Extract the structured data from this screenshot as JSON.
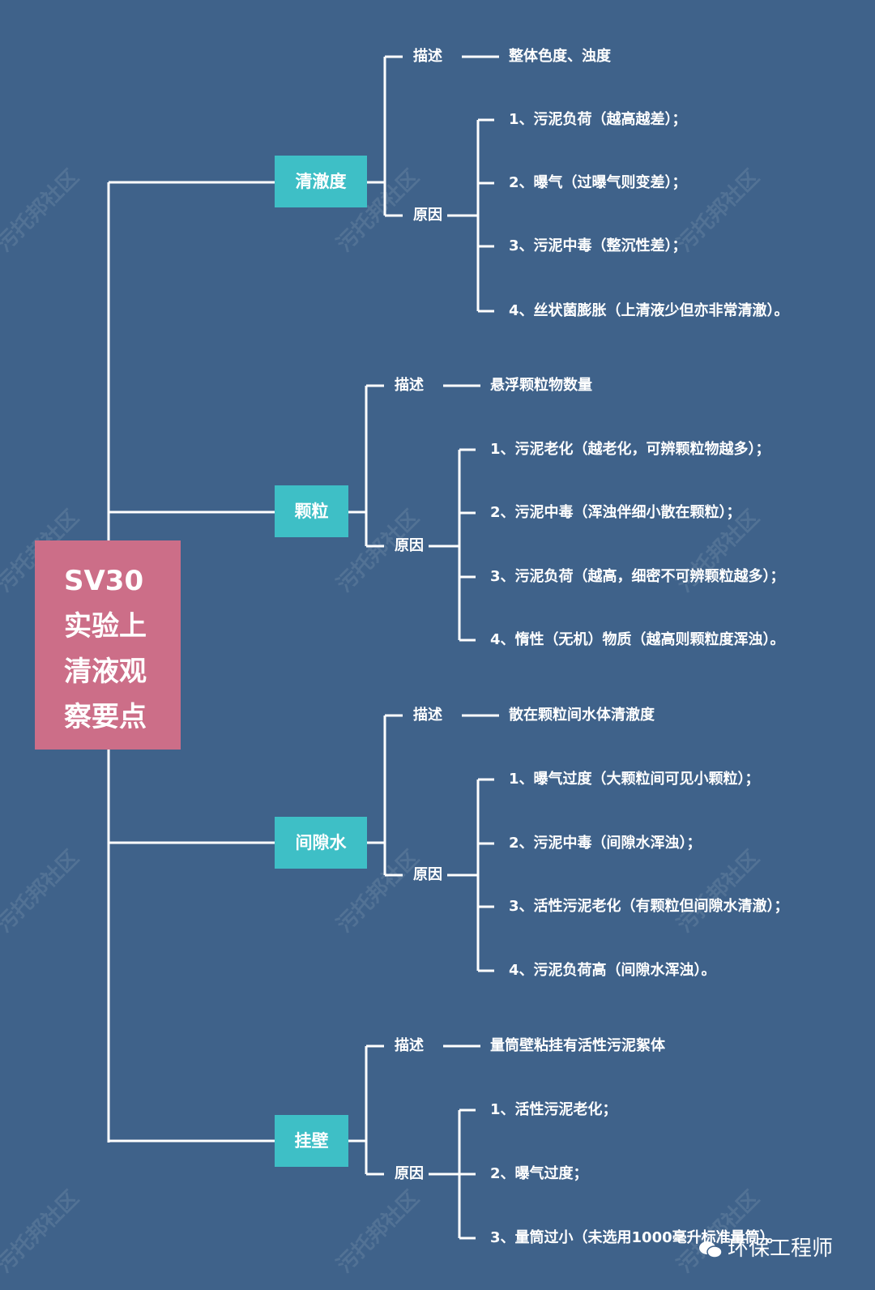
{
  "root": {
    "lines": [
      "SV30",
      "实验上",
      "清液观",
      "察要点"
    ]
  },
  "branches": [
    {
      "title": "清澈度",
      "desc_label": "描述",
      "desc": "整体色度、浊度",
      "reason_label": "原因",
      "reasons": [
        "1、污泥负荷（越高越差）；",
        "2、曝气（过曝气则变差）；",
        "3、污泥中毒（整沉性差）；",
        "4、丝状菌膨胀（上清液少但亦非常清澈）。"
      ]
    },
    {
      "title": "颗粒",
      "desc_label": "描述",
      "desc": "悬浮颗粒物数量",
      "reason_label": "原因",
      "reasons": [
        "1、污泥老化（越老化，可辨颗粒物越多）；",
        "2、污泥中毒（浑浊伴细小散在颗粒）；",
        "3、污泥负荷（越高，细密不可辨颗粒越多）；",
        "4、惰性（无机）物质（越高则颗粒度浑浊）。"
      ]
    },
    {
      "title": "间隙水",
      "desc_label": "描述",
      "desc": "散在颗粒间水体清澈度",
      "reason_label": "原因",
      "reasons": [
        "1、曝气过度（大颗粒间可见小颗粒）；",
        "2、污泥中毒（间隙水浑浊）；",
        "3、活性污泥老化（有颗粒但间隙水清澈）；",
        "4、污泥负荷高（间隙水浑浊）。"
      ]
    },
    {
      "title": "挂壁",
      "desc_label": "描述",
      "desc": "量筒壁粘挂有活性污泥絮体",
      "reason_label": "原因",
      "reasons": [
        "1、活性污泥老化；",
        "2、曝气过度；",
        "3、量筒过小（未选用1000毫升标准量筒）。"
      ]
    }
  ],
  "watermark": "污托邦社区",
  "brand": "环保工程师",
  "colors": {
    "background": "#3f628a",
    "root": "#cc6e88",
    "node": "#3ebfc6",
    "line": "#ffffff"
  }
}
